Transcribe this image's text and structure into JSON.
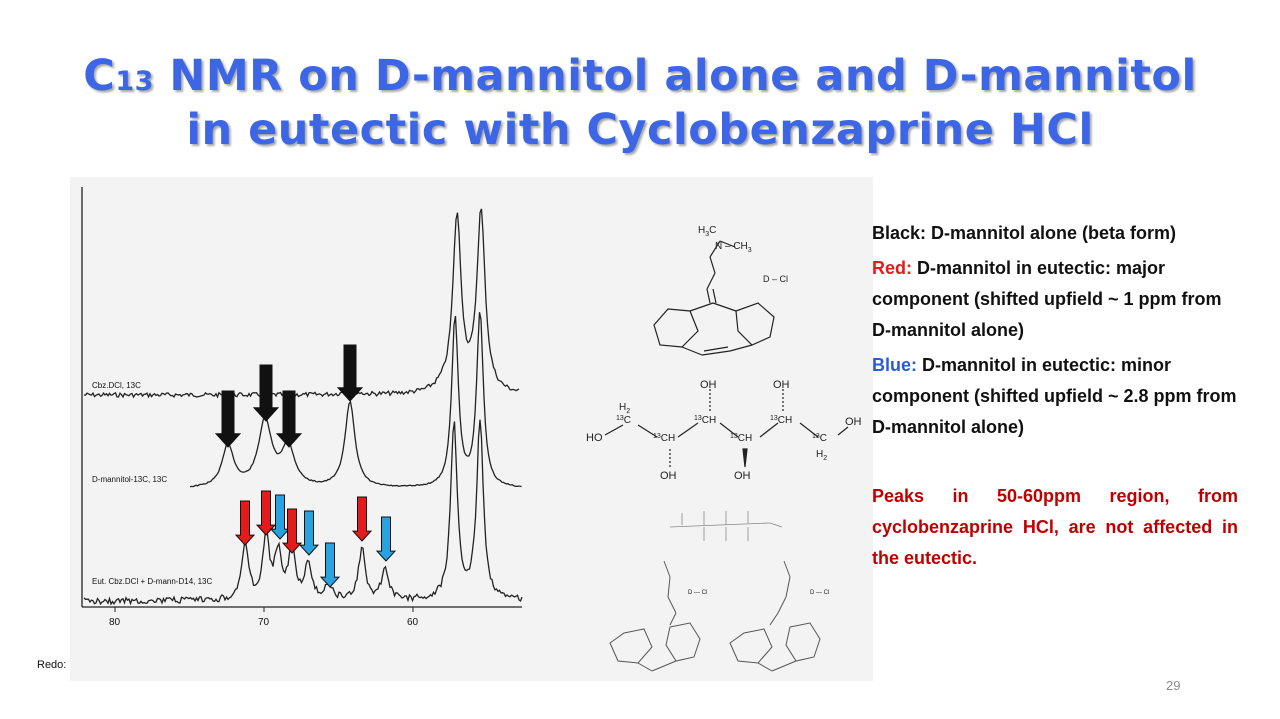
{
  "title": {
    "c": "C",
    "sub13": "13",
    "line1_rest": " NMR on D-mannitol alone and D-mannitol",
    "line2": "in eutectic with Cyclobenzaprine HCl"
  },
  "spectra": {
    "trace_labels": {
      "cbz": "Cbz.DCl, 13C",
      "mannitol": "D-mannitol-13C, 13C",
      "eutectic": "Eut. Cbz.DCl + D-mann-D14, 13C"
    },
    "axis_ticks": [
      "80",
      "70",
      "60"
    ],
    "axis_tick_values": [
      80,
      70,
      60
    ]
  },
  "structures": {
    "cbz_methyl1": "H",
    "cbz_methyl1_sub": "3",
    "cbz_methyl1_c": "C",
    "cbz_nme": "N – CH",
    "cbz_nme_sub": "3",
    "cbz_dcl": "D – Cl",
    "mann_oh": "OH",
    "mann_ho": "HO",
    "mann_h2": "H",
    "mann_h2_sub": "2",
    "mann_13": "13",
    "mann_c": "C",
    "mann_ch": "CH",
    "small_dcl": "D — Cl"
  },
  "legend": {
    "black_key": "Black:",
    "black_text": "  D-mannitol alone (beta form)",
    "red_key": "Red:",
    "red_text": "   D-mannitol in eutectic:  major component (shifted upfield ~ 1 ppm from D-mannitol alone)",
    "blue_key": "Blue:",
    "blue_text": "  D-mannitol in eutectic: minor component (shifted upfield ~ 2.8 ppm from D-mannitol alone)",
    "note": "Peaks in 50-60ppm region, from cyclobenzaprine HCl, are not affected in the eutectic."
  },
  "footnote": "Redo:",
  "page_number": "29",
  "colors": {
    "title": "#3c66e6",
    "red_arrow": "#e31b1b",
    "blue_arrow": "#29a3e0",
    "note": "#c00000",
    "blue_key": "#2a5bd6"
  }
}
